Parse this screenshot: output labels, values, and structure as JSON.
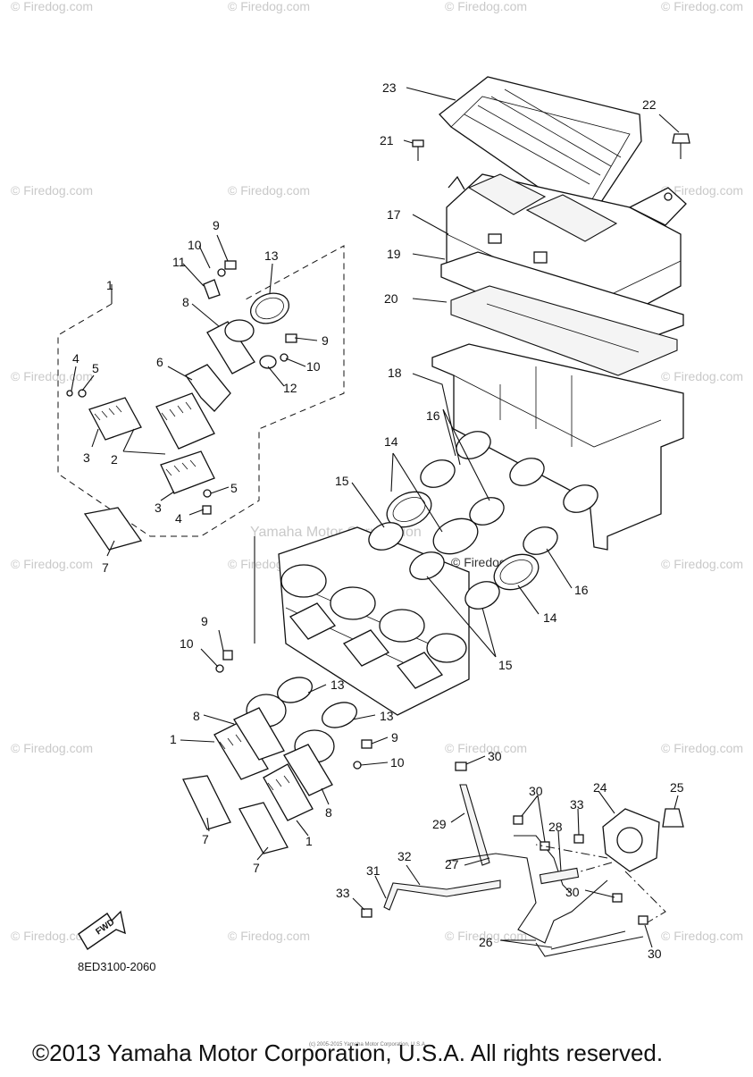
{
  "watermark": "© Firedog.com",
  "center_watermark": "Yamaha Motor Corporation",
  "center_site": "© Firedog.com",
  "doc_code": "8ED3100-2060",
  "fwd_label": "FWD",
  "small_notice": "(c) 2005-2015 Yamaha Motor Corporation, U.S.A.",
  "copyright": "©2013 Yamaha Motor Corporation, U.S.A. All rights reserved.",
  "callouts": {
    "c1a": "1",
    "c1b": "1",
    "c1c": "1",
    "c2": "2",
    "c3a": "3",
    "c3b": "3",
    "c4a": "4",
    "c4b": "4",
    "c5a": "5",
    "c5b": "5",
    "c6": "6",
    "c7a": "7",
    "c7b": "7",
    "c7c": "7",
    "c8a": "8",
    "c8b": "8",
    "c8c": "8",
    "c9a": "9",
    "c9b": "9",
    "c9c": "9",
    "c9d": "9",
    "c10a": "10",
    "c10b": "10",
    "c10c": "10",
    "c10d": "10",
    "c11": "11",
    "c12": "12",
    "c13a": "13",
    "c13b": "13",
    "c13c": "13",
    "c14a": "14",
    "c14b": "14",
    "c15a": "15",
    "c15b": "15",
    "c16a": "16",
    "c16b": "16",
    "c17": "17",
    "c18": "18",
    "c19": "19",
    "c20": "20",
    "c21": "21",
    "c22": "22",
    "c23": "23",
    "c24": "24",
    "c25": "25",
    "c26": "26",
    "c27": "27",
    "c28": "28",
    "c29": "29",
    "c30a": "30",
    "c30b": "30",
    "c30c": "30",
    "c30d": "30",
    "c31": "31",
    "c32": "32",
    "c33a": "33",
    "c33b": "33"
  }
}
